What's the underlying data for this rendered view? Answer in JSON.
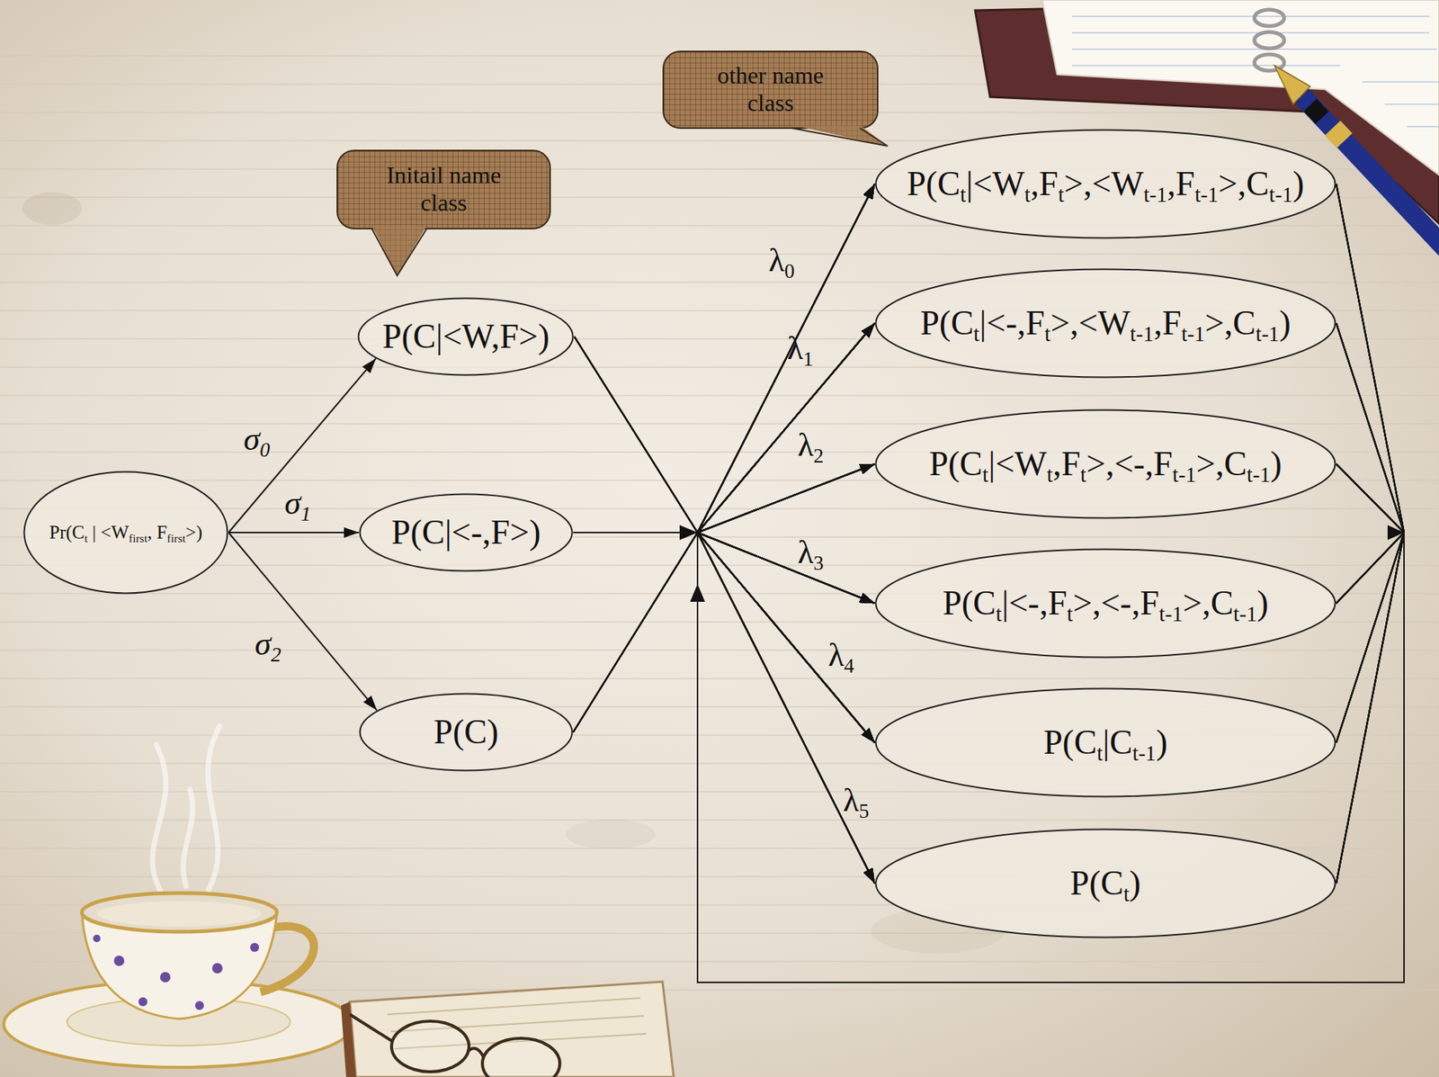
{
  "diagram": {
    "nodes": [
      {
        "text": [
          "Pr(Ct | <Wfirst, Ffirst>)"
        ]
      },
      {
        "text": [
          "Initail name class"
        ]
      },
      {
        "text": [
          "P(C|<W,F>)"
        ]
      },
      {
        "text": [
          "P(C|<-,F>)"
        ]
      },
      {
        "text": [
          "P(C)"
        ]
      },
      {
        "text": [
          "other name class"
        ]
      },
      {
        "text": [
          "P(Ct|<Wt,Ft>,<Wt-1,Ft-1>,Ct-1)"
        ]
      },
      {
        "text": [
          "P(Ct|<-,Ft>,<Wt-1,Ft-1>,Ct-1)"
        ]
      },
      {
        "text": [
          "P(Ct|<Wt,Ft>,<-,Ft-1>,Ct-1)"
        ]
      },
      {
        "text": [
          "P(Ct|<-,Ft>,<-,Ft-1>,Ct-1)"
        ]
      },
      {
        "text": [
          "P(Ct|Ct-1)"
        ]
      },
      {
        "text": [
          "P(Ct)"
        ]
      }
    ],
    "edges": [
      {
        "from": 0,
        "to": 2,
        "arrow": "to",
        "label": "σ0"
      },
      {
        "from": 0,
        "to": 3,
        "arrow": "to",
        "label": "σ1"
      },
      {
        "from": 0,
        "to": 4,
        "arrow": "to",
        "label": "σ2"
      },
      {
        "from": 2,
        "to": 6,
        "arrow": "to"
      },
      {
        "from": 2,
        "to": 7,
        "arrow": "to"
      },
      {
        "from": 2,
        "to": 8,
        "arrow": "to"
      },
      {
        "from": 2,
        "to": 9,
        "arrow": "to"
      },
      {
        "from": 2,
        "to": 10,
        "arrow": "to"
      },
      {
        "from": 2,
        "to": 11,
        "arrow": "to"
      },
      {
        "from": 3,
        "to": 6,
        "arrow": "to",
        "label": "λ0"
      },
      {
        "from": 3,
        "to": 7,
        "arrow": "to",
        "label": "λ1"
      },
      {
        "from": 3,
        "to": 8,
        "arrow": "to",
        "label": "λ2"
      },
      {
        "from": 3,
        "to": 9,
        "arrow": "to",
        "label": "λ3"
      },
      {
        "from": 3,
        "to": 10,
        "arrow": "to",
        "label": "λ4"
      },
      {
        "from": 3,
        "to": 11,
        "arrow": "to",
        "label": "λ5"
      },
      {
        "from": 4,
        "to": 6,
        "arrow": "to"
      },
      {
        "from": 4,
        "to": 7,
        "arrow": "to"
      },
      {
        "from": 4,
        "to": 8,
        "arrow": "to"
      },
      {
        "from": 4,
        "to": 9,
        "arrow": "to"
      },
      {
        "from": 4,
        "to": 10,
        "arrow": "to"
      },
      {
        "from": 4,
        "to": 11,
        "arrow": "to"
      },
      {
        "from": 6,
        "to": 6,
        "arrow": "to"
      },
      {
        "from": 6,
        "to": 7,
        "arrow": "to"
      },
      {
        "from": 6,
        "to": 8,
        "arrow": "to"
      },
      {
        "from": 6,
        "to": 9,
        "arrow": "to"
      },
      {
        "from": 6,
        "to": 10,
        "arrow": "to"
      },
      {
        "from": 6,
        "to": 11,
        "arrow": "to"
      },
      {
        "from": 7,
        "to": 6,
        "arrow": "to"
      },
      {
        "from": 7,
        "to": 7,
        "arrow": "to"
      },
      {
        "from": 7,
        "to": 8,
        "arrow": "to"
      },
      {
        "from": 7,
        "to": 9,
        "arrow": "to"
      },
      {
        "from": 7,
        "to": 10,
        "arrow": "to"
      },
      {
        "from": 7,
        "to": 11,
        "arrow": "to"
      },
      {
        "from": 8,
        "to": 6,
        "arrow": "to"
      },
      {
        "from": 8,
        "to": 7,
        "arrow": "to"
      },
      {
        "from": 8,
        "to": 8,
        "arrow": "to"
      },
      {
        "from": 8,
        "to": 9,
        "arrow": "to"
      },
      {
        "from": 8,
        "to": 10,
        "arrow": "to"
      },
      {
        "from": 8,
        "to": 11,
        "arrow": "to"
      },
      {
        "from": 9,
        "to": 6,
        "arrow": "to"
      },
      {
        "from": 9,
        "to": 7,
        "arrow": "to"
      },
      {
        "from": 9,
        "to": 8,
        "arrow": "to"
      },
      {
        "from": 9,
        "to": 9,
        "arrow": "to"
      },
      {
        "from": 9,
        "to": 10,
        "arrow": "to"
      },
      {
        "from": 9,
        "to": 11,
        "arrow": "to"
      },
      {
        "from": 10,
        "to": 6,
        "arrow": "to"
      },
      {
        "from": 10,
        "to": 7,
        "arrow": "to"
      },
      {
        "from": 10,
        "to": 8,
        "arrow": "to"
      },
      {
        "from": 10,
        "to": 9,
        "arrow": "to"
      },
      {
        "from": 10,
        "to": 10,
        "arrow": "to"
      },
      {
        "from": 10,
        "to": 11,
        "arrow": "to"
      },
      {
        "from": 11,
        "to": 6,
        "arrow": "to"
      },
      {
        "from": 11,
        "to": 7,
        "arrow": "to"
      },
      {
        "from": 11,
        "to": 8,
        "arrow": "to"
      },
      {
        "from": 11,
        "to": 9,
        "arrow": "to"
      },
      {
        "from": 11,
        "to": 10,
        "arrow": "to"
      },
      {
        "from": 11,
        "to": 11,
        "arrow": "to"
      }
    ]
  }
}
